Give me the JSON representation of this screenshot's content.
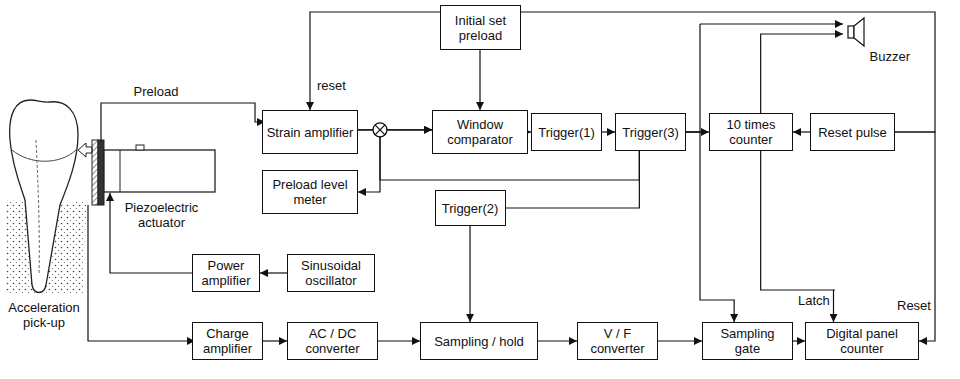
{
  "diagram": {
    "nodes": [
      {
        "text": [
          "Strain amplifier"
        ]
      },
      {
        "text": [
          "Initial set preload"
        ]
      },
      {
        "text": [
          "Window comparator"
        ]
      },
      {
        "text": [
          "Trigger(1)"
        ]
      },
      {
        "text": [
          "Trigger(3)"
        ]
      },
      {
        "text": [
          "10 times counter"
        ]
      },
      {
        "text": [
          "Reset pulse"
        ]
      },
      {
        "text": [
          "Buzzer"
        ]
      },
      {
        "text": [
          "Preload level meter"
        ]
      },
      {
        "text": [
          "Trigger(2)"
        ]
      },
      {
        "text": [
          "Power amplifier"
        ]
      },
      {
        "text": [
          "Sinusoidal oscillator"
        ]
      },
      {
        "text": [
          "Charge amplifier"
        ]
      },
      {
        "text": [
          "AC / DC converter"
        ]
      },
      {
        "text": [
          "Sampling / hold"
        ]
      },
      {
        "text": [
          "V / F converter"
        ]
      },
      {
        "text": [
          "Sampling gate"
        ]
      },
      {
        "text": [
          "Digital panel counter"
        ]
      }
    ],
    "edges": [
      {
        "from": 0,
        "to": 2,
        "arrow": "to"
      },
      {
        "from": 1,
        "to": 2,
        "arrow": "to"
      },
      {
        "from": 2,
        "to": 3,
        "arrow": "to"
      },
      {
        "from": 3,
        "to": 4,
        "arrow": "to"
      },
      {
        "from": 4,
        "to": 5,
        "arrow": "to"
      },
      {
        "from": 6,
        "to": 5,
        "arrow": "to"
      },
      {
        "from": 0,
        "to": 8,
        "arrow": "to"
      },
      {
        "from": 4,
        "to": 2,
        "arrow": "to"
      },
      {
        "from": 4,
        "to": 9,
        "arrow": "none"
      },
      {
        "from": 9,
        "to": 14,
        "arrow": "to"
      },
      {
        "from": 4,
        "to": 16,
        "arrow": "to"
      },
      {
        "from": 4,
        "to": 7,
        "arrow": "to"
      },
      {
        "from": 5,
        "to": 7,
        "arrow": "to"
      },
      {
        "from": 5,
        "to": 17,
        "arrow": "to",
        "label": "Latch"
      },
      {
        "from": 6,
        "to": 0,
        "arrow": "to",
        "label": "reset"
      },
      {
        "from": 6,
        "to": 17,
        "arrow": "to",
        "label": "Reset"
      },
      {
        "from": 11,
        "to": 10,
        "arrow": "to"
      },
      {
        "from": 12,
        "to": 13,
        "arrow": "to"
      },
      {
        "from": 13,
        "to": 14,
        "arrow": "to"
      },
      {
        "from": 14,
        "to": 15,
        "arrow": "to"
      },
      {
        "from": 15,
        "to": 16,
        "arrow": "to"
      },
      {
        "from": 16,
        "to": 17,
        "arrow": "to"
      }
    ],
    "labels": [
      "Preload",
      "Piezoelectric actuator",
      "Acceleration pick-up"
    ]
  }
}
